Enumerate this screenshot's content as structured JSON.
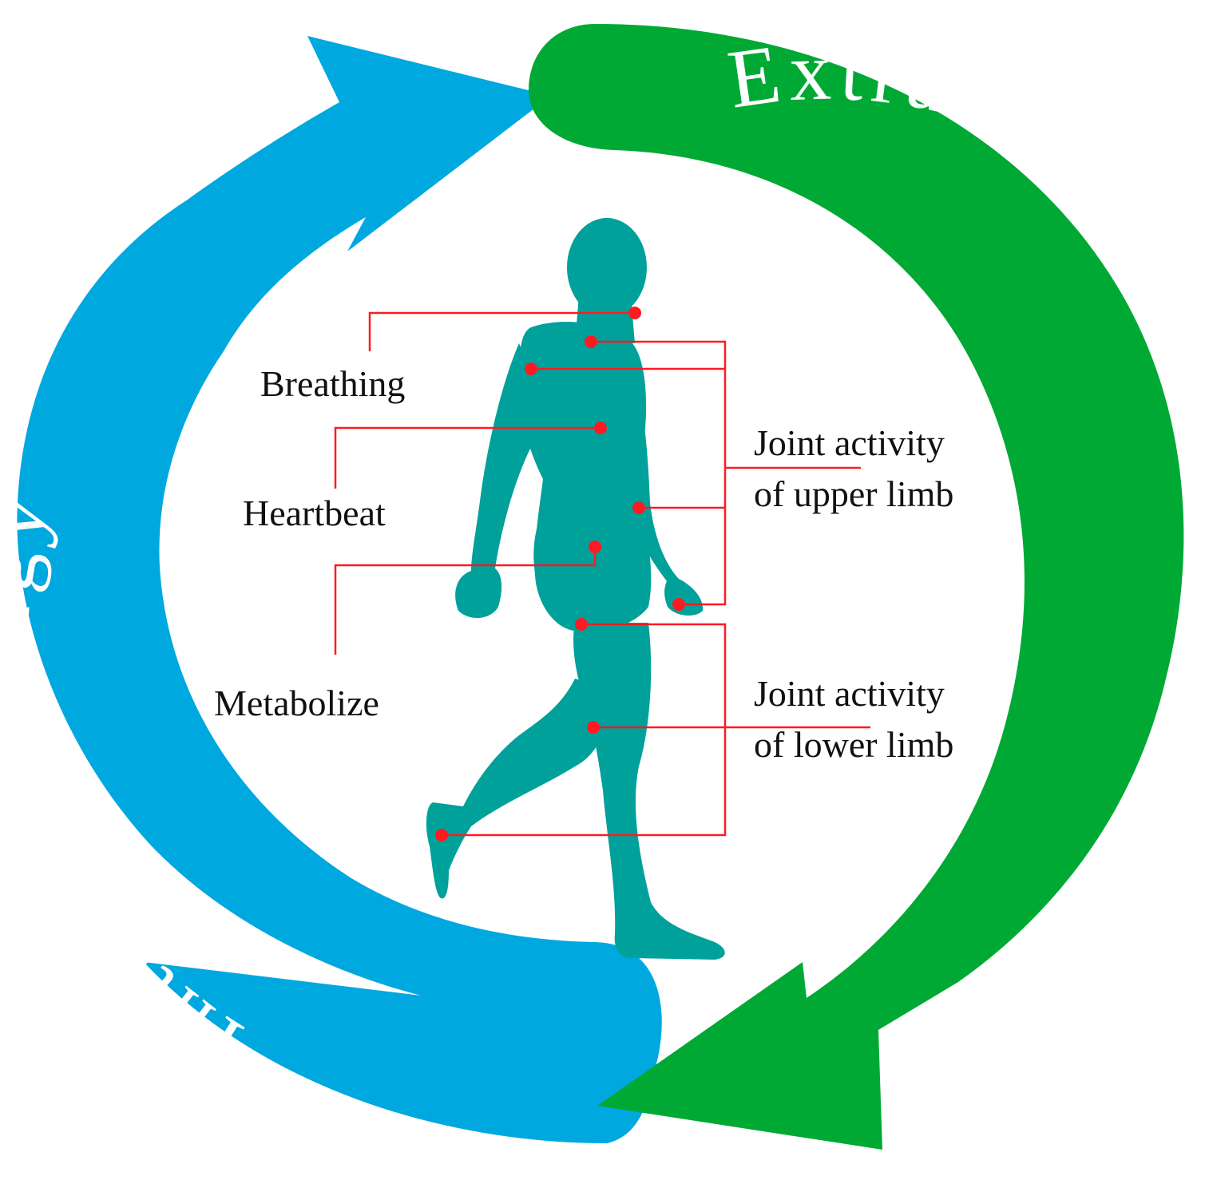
{
  "arrows": {
    "internal": {
      "label": "Internal energy",
      "color": "#00a8e0"
    },
    "extracorporeal": {
      "label": "Extracorporeal energy",
      "color": "#00a934"
    }
  },
  "figure": {
    "color": "#00a19a"
  },
  "callouts": {
    "line_color": "#ff1a22",
    "breathing": "Breathing",
    "heartbeat": "Heartbeat",
    "metabolize": "Metabolize",
    "upper_limb": {
      "line1": "Joint activity",
      "line2": "of upper limb"
    },
    "lower_limb": {
      "line1": "Joint activity",
      "line2": "of lower limb"
    }
  }
}
